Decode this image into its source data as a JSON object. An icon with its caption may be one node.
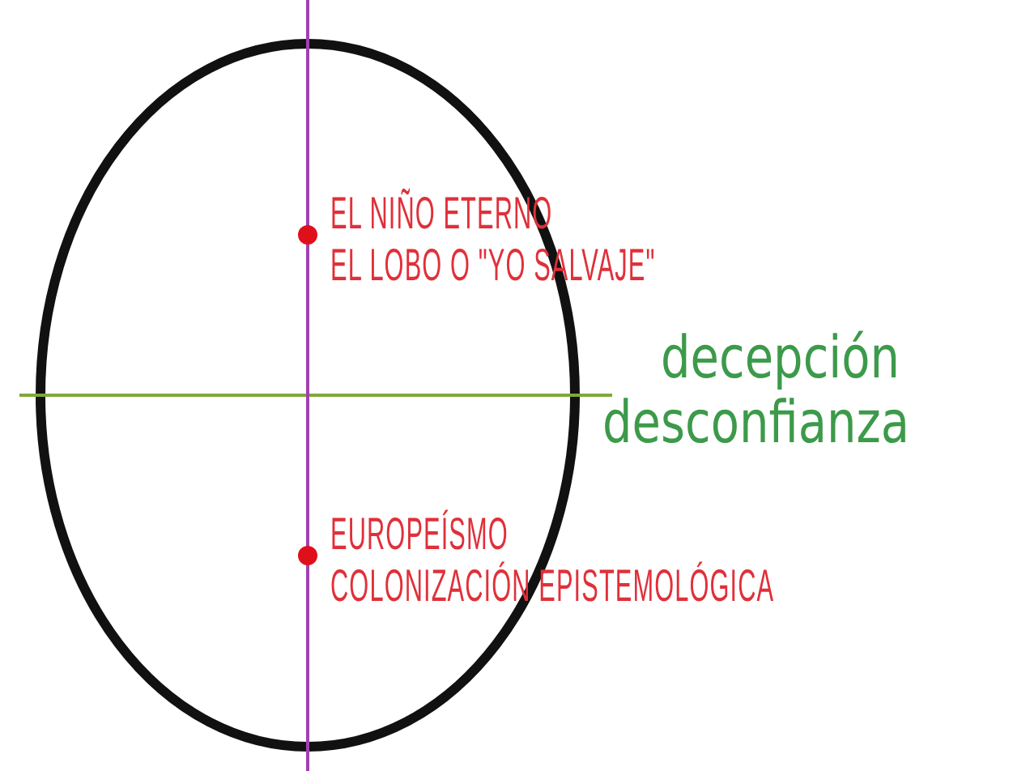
{
  "diagram": {
    "labels": [
      "EL NIÑO ETERNO",
      "EL LOBO O \"YO SALVAJE\"",
      "decepción",
      "desconfianza",
      "EUROPEÍSMO",
      "COLONIZACIÓN EPISTEMOLÓGICA"
    ]
  }
}
